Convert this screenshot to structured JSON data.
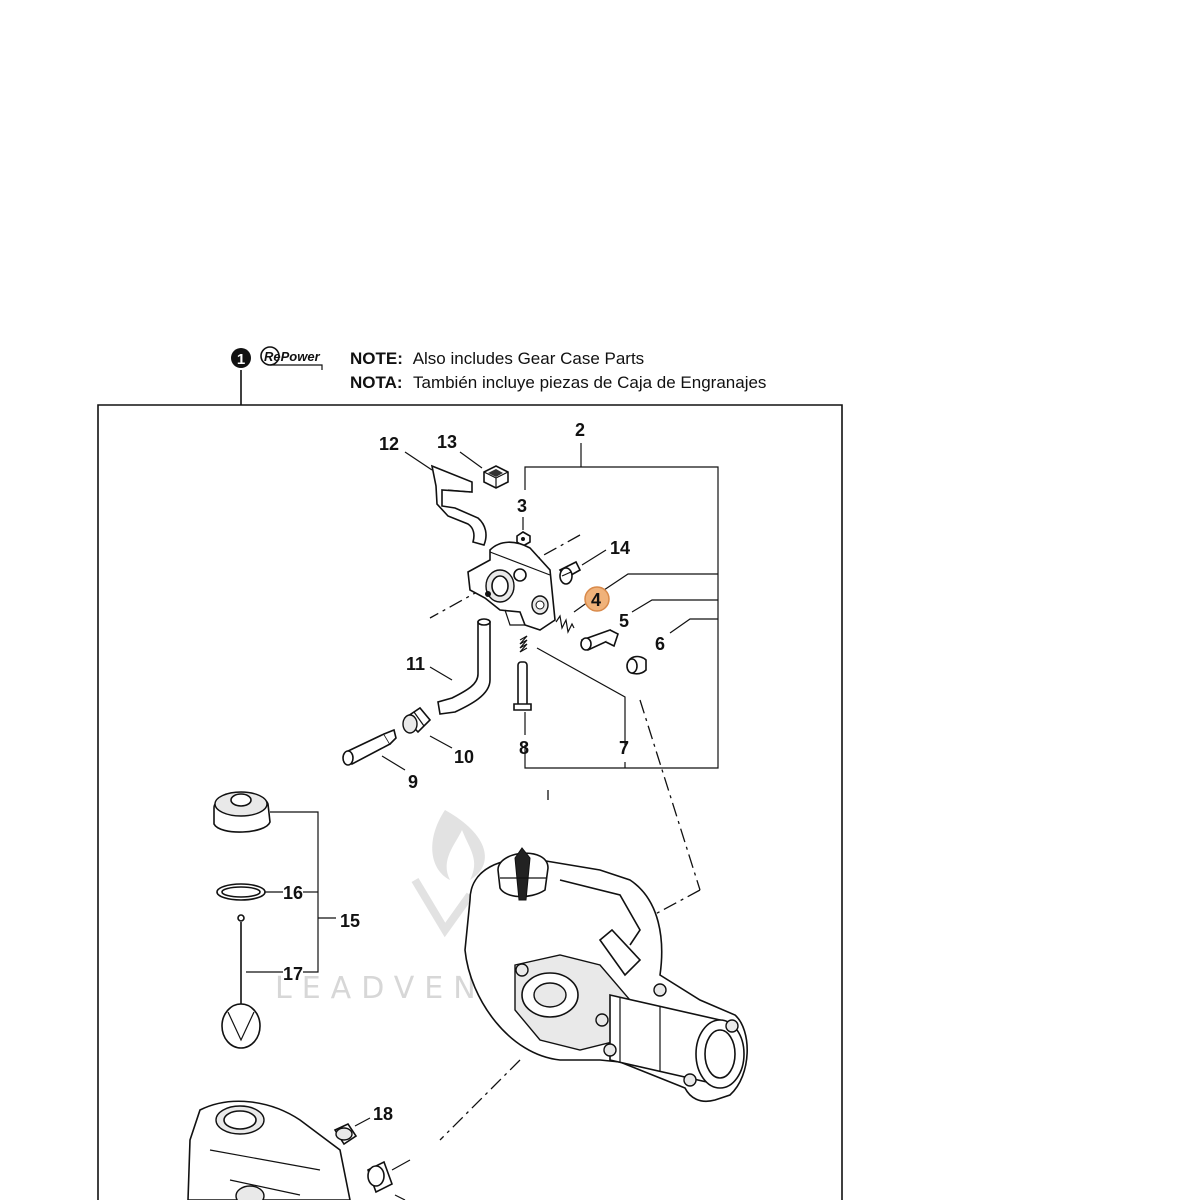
{
  "header": {
    "item_number": "1",
    "brand_logo_text": "RePower",
    "note_label": "NOTE:",
    "note_text": "Also includes Gear Case Parts",
    "nota_label": "NOTA:",
    "nota_text": "También incluye piezas de Caja de Engranajes"
  },
  "callouts": {
    "c2": "2",
    "c3": "3",
    "c4": "4",
    "c5": "5",
    "c6": "6",
    "c7": "7",
    "c8": "8",
    "c9": "9",
    "c10": "10",
    "c11": "11",
    "c12": "12",
    "c13": "13",
    "c14": "14",
    "c15": "15",
    "c16": "16",
    "c17": "17",
    "c18": "18"
  },
  "highlight": {
    "callout": "4",
    "color": "#f0b27a",
    "stroke": "#d98a4a"
  },
  "watermark": {
    "text": "LEADVEN",
    "color": "#d7d7d7"
  }
}
